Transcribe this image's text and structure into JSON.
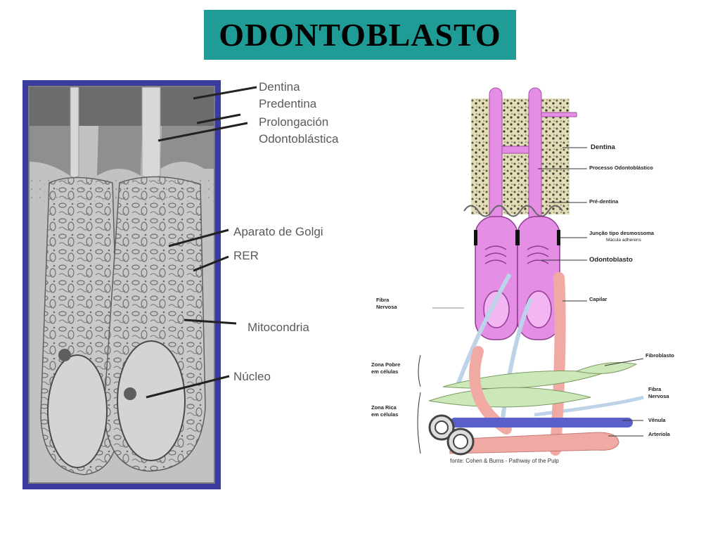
{
  "title": "ODONTOBLASTO",
  "left_figure": {
    "labels": {
      "dentina": "Dentina",
      "predentina": "Predentina",
      "prolongacion": "Prolongación",
      "odontoblastica": "Odontoblástica",
      "golgi": "Aparato de Golgi",
      "rer": "RER",
      "mitocondria": "Mitocondria",
      "nucleo": "Núcleo"
    }
  },
  "right_figure": {
    "labels": {
      "dentina": "Dentina",
      "processo": "Processo Odontoblástico",
      "predentina": "Pré-dentina",
      "juncao": "Junção tipo desmossoma",
      "juncao_sub": "Mácula adherens",
      "odontoblasto": "Odontoblasto",
      "fibra_nervosa_left_1": "Fibra",
      "fibra_nervosa_left_2": "Nervosa",
      "capilar": "Capilar",
      "zona_pobre_1": "Zona Pobre",
      "zona_pobre_2": "em células",
      "zona_rica_1": "Zona Rica",
      "zona_rica_2": "em células",
      "fibroblasto": "Fibroblasto",
      "fibra_nervosa_right_1": "Fibra",
      "fibra_nervosa_right_2": "Nervosa",
      "venula": "Vênula",
      "arteriola": "Arteríola",
      "source": "fonte: Cohen & Burns - Pathway of the Pulp"
    }
  },
  "colors": {
    "title_bg": "#1f9c95",
    "left_frame": "#3b3a9e",
    "cell_pink": "#e58ee6",
    "fibroblast_green": "#cde8b8",
    "artery_pink": "#f1a9a4",
    "vein_blue": "#5a5fc9",
    "nerve_blue": "#bcd3e8"
  }
}
